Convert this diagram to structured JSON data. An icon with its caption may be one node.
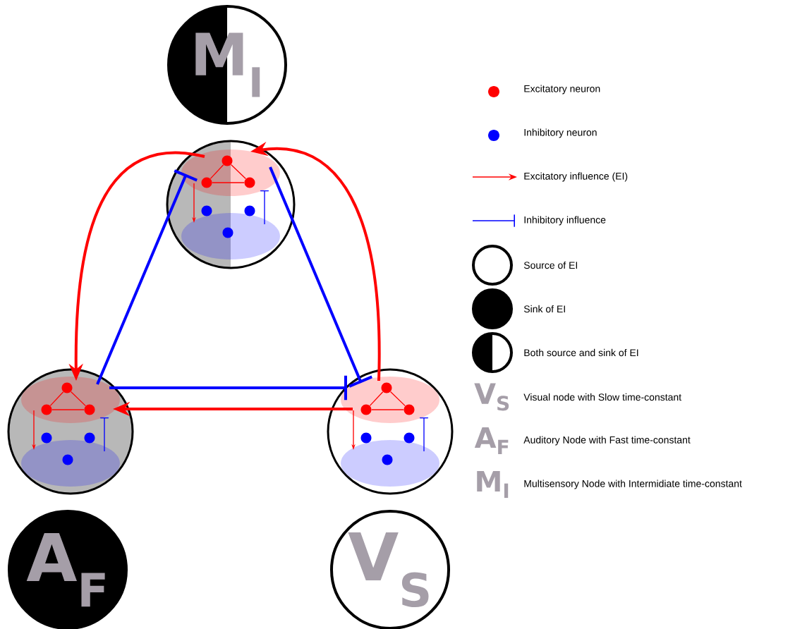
{
  "diagram": {
    "nodes": [
      {
        "text": [
          "M$_{I}$"
        ]
      },
      {
        "text": [],
        "shape": "circle"
      },
      {
        "text": [],
        "shape": "ellipse",
        "in": 1
      },
      {
        "text": [],
        "shape": "ellipse",
        "in": 1
      },
      {
        "text": [],
        "shape": "circle",
        "in": 2
      },
      {
        "text": [],
        "shape": "circle",
        "in": 2
      },
      {
        "text": [],
        "shape": "circle",
        "in": 2
      },
      {
        "text": [],
        "shape": "circle",
        "in": 3
      },
      {
        "text": [],
        "shape": "circle",
        "in": 3
      },
      {
        "text": [],
        "shape": "circle",
        "in": 3
      },
      {
        "text": [],
        "shape": "circle"
      },
      {
        "text": [],
        "shape": "ellipse",
        "in": 10
      },
      {
        "text": [],
        "shape": "ellipse",
        "in": 10
      },
      {
        "text": [],
        "shape": "circle",
        "in": 11
      },
      {
        "text": [],
        "shape": "circle",
        "in": 11
      },
      {
        "text": [],
        "shape": "circle",
        "in": 11
      },
      {
        "text": [],
        "shape": "circle",
        "in": 12
      },
      {
        "text": [],
        "shape": "circle",
        "in": 12
      },
      {
        "text": [],
        "shape": "circle",
        "in": 12
      },
      {
        "text": [],
        "shape": "circle"
      },
      {
        "text": [],
        "shape": "ellipse",
        "in": 19
      },
      {
        "text": [],
        "shape": "ellipse",
        "in": 19
      },
      {
        "text": [],
        "shape": "circle",
        "in": 20
      },
      {
        "text": [],
        "shape": "circle",
        "in": 20
      },
      {
        "text": [],
        "shape": "circle",
        "in": 20
      },
      {
        "text": [],
        "shape": "circle",
        "in": 21
      },
      {
        "text": [],
        "shape": "circle",
        "in": 21
      },
      {
        "text": [],
        "shape": "circle",
        "in": 21
      },
      {
        "text": [
          "A$_{F}$"
        ]
      },
      {
        "text": [
          "V$_{S}$"
        ]
      }
    ],
    "edges": [
      {
        "from": 4,
        "to": 5,
        "arrow": "none"
      },
      {
        "from": 4,
        "to": 6,
        "arrow": "none"
      },
      {
        "from": 5,
        "to": 6,
        "arrow": "none"
      },
      {
        "from": 2,
        "to": 3,
        "arrow": "to"
      },
      {
        "from": 3,
        "to": 2,
        "arrow": "other",
        "color": "#0000ff"
      },
      {
        "from": 13,
        "to": 14,
        "arrow": "none"
      },
      {
        "from": 13,
        "to": 15,
        "arrow": "none"
      },
      {
        "from": 14,
        "to": 15,
        "arrow": "none"
      },
      {
        "from": 11,
        "to": 12,
        "arrow": "to"
      },
      {
        "from": 12,
        "to": 11,
        "arrow": "other",
        "color": "#0000ff"
      },
      {
        "from": 22,
        "to": 23,
        "arrow": "none"
      },
      {
        "from": 22,
        "to": 24,
        "arrow": "none"
      },
      {
        "from": 23,
        "to": 24,
        "arrow": "none"
      },
      {
        "from": 20,
        "to": 21,
        "arrow": "to"
      },
      {
        "from": 21,
        "to": 20,
        "arrow": "other",
        "color": "#0000ff"
      },
      {
        "from": 2,
        "to": 11,
        "arrow": "to",
        "style": "thick"
      },
      {
        "from": 20,
        "to": 2,
        "arrow": "to",
        "style": "thick"
      },
      {
        "from": 20,
        "to": 11,
        "arrow": "to",
        "style": "thick"
      },
      {
        "from": 11,
        "to": 2,
        "arrow": "other",
        "style": "thick",
        "color": "#0000ff"
      },
      {
        "from": 2,
        "to": 20,
        "arrow": "other",
        "style": "thick",
        "color": "#0000ff"
      },
      {
        "from": 11,
        "to": 20,
        "arrow": "other",
        "style": "thick",
        "color": "#0000ff"
      }
    ],
    "labels": [
      "V$_{S}$",
      "A$_{F}$",
      "M$_{I}$"
    ],
    "legend": [
      {
        "text": "Excitatory neuron",
        "color": "#ff0000"
      },
      {
        "text": "Inhibitory neuron",
        "color": "#0000ff"
      },
      {
        "text": "Excitatory influence (EI)"
      },
      {
        "text": "Inhibitory influence"
      },
      {
        "text": "Source of EI"
      },
      {
        "text": "Sink of EI"
      },
      {
        "text": "Both source and sink of EI"
      },
      {
        "text": "Visual node with Slow time-constant"
      },
      {
        "text": "Auditory Node with Fast time-constant"
      },
      {
        "text": "Multisensory Node with Intermidiate time-constant"
      }
    ]
  }
}
